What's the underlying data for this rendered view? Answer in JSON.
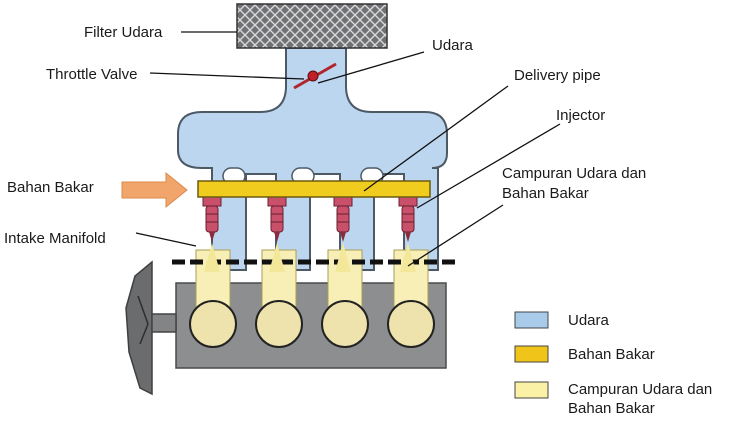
{
  "labels": {
    "filter_udara": "Filter Udara",
    "udara": "Udara",
    "throttle_valve": "Throttle Valve",
    "delivery_pipe": "Delivery pipe",
    "injector": "Injector",
    "bahan_bakar": "Bahan Bakar",
    "campuran_line1": "Campuran Udara dan",
    "campuran_line2": "Bahan Bakar",
    "intake_manifold": "Intake Manifold"
  },
  "legend": [
    {
      "label": "Udara",
      "color": "#a9cbea"
    },
    {
      "label": "Bahan Bakar",
      "color": "#f0c419"
    },
    {
      "label": "Campuran Udara dan",
      "label2": "Bahan Bakar",
      "color": "#fbf1a6"
    }
  ],
  "colors": {
    "air": "#bcd6ef",
    "air_stroke": "#4d5a66",
    "fuel": "#f0cc1e",
    "mixture": "#f7efb5",
    "engine_block": "#8d8e8f",
    "injector": "#c8506a",
    "arrow": "#f2a56a"
  }
}
